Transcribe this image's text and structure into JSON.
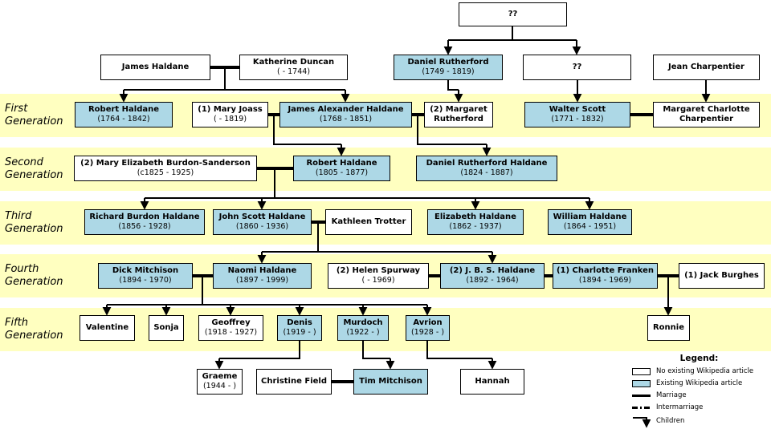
{
  "colors": {
    "band": "#FFFFC0",
    "existing_article_box": "#ADD8E6",
    "no_article_box": "#FFFFFF",
    "line": "#000000"
  },
  "generation_labels": [
    {
      "line1": "First",
      "line2": "Generation"
    },
    {
      "line1": "Second",
      "line2": "Generation"
    },
    {
      "line1": "Third",
      "line2": "Generation"
    },
    {
      "line1": "Fourth",
      "line2": "Generation"
    },
    {
      "line1": "Fifth",
      "line2": "Generation"
    }
  ],
  "people": [
    {
      "id": "unknown_top",
      "name": "??",
      "article": false
    },
    {
      "id": "james_haldane",
      "name": "James Haldane",
      "article": false
    },
    {
      "id": "katherine_duncan",
      "name": "Katherine Duncan",
      "dates": "( - 1744)",
      "article": false
    },
    {
      "id": "daniel_rutherford",
      "name": "Daniel Rutherford",
      "dates": "(1749 - 1819)",
      "article": true
    },
    {
      "id": "unknown_2",
      "name": "??",
      "article": false
    },
    {
      "id": "jean_charpentier",
      "name": "Jean Charpentier",
      "article": false
    },
    {
      "id": "robert_haldane_1764",
      "name": "Robert Haldane",
      "dates": "(1764 - 1842)",
      "article": true
    },
    {
      "id": "mary_joass",
      "name": "(1) Mary Joass",
      "dates": "( - 1819)",
      "article": false
    },
    {
      "id": "james_alexander_haldane",
      "name": "James Alexander Haldane",
      "dates": "(1768 - 1851)",
      "article": true
    },
    {
      "id": "margaret_rutherford",
      "name": "(2) Margaret Rutherford",
      "article": false
    },
    {
      "id": "walter_scott",
      "name": "Walter Scott",
      "dates": "(1771 - 1832)",
      "article": true
    },
    {
      "id": "margaret_charlotte_charpentier",
      "name": "Margaret Charlotte Charpentier",
      "article": false
    },
    {
      "id": "mary_elizabeth_burdon_sanderson",
      "name": "(2) Mary Elizabeth Burdon-Sanderson",
      "dates": "(c1825 - 1925)",
      "article": false
    },
    {
      "id": "robert_haldane_1805",
      "name": "Robert Haldane",
      "dates": "(1805 - 1877)",
      "article": true
    },
    {
      "id": "daniel_rutherford_haldane",
      "name": "Daniel Rutherford Haldane",
      "dates": "(1824 - 1887)",
      "article": true
    },
    {
      "id": "richard_burdon_haldane",
      "name": "Richard Burdon Haldane",
      "dates": "(1856 - 1928)",
      "article": true
    },
    {
      "id": "john_scott_haldane",
      "name": "John Scott Haldane",
      "dates": "(1860 - 1936)",
      "article": true
    },
    {
      "id": "kathleen_trotter",
      "name": "Kathleen Trotter",
      "article": false
    },
    {
      "id": "elizabeth_haldane",
      "name": "Elizabeth Haldane",
      "dates": "(1862 - 1937)",
      "article": true
    },
    {
      "id": "william_haldane",
      "name": "William Haldane",
      "dates": "(1864 - 1951)",
      "article": true
    },
    {
      "id": "dick_mitchison",
      "name": "Dick Mitchison",
      "dates": "(1894 - 1970)",
      "article": true
    },
    {
      "id": "naomi_haldane",
      "name": "Naomi Haldane",
      "dates": "(1897 - 1999)",
      "article": true
    },
    {
      "id": "helen_spurway",
      "name": "(2) Helen Spurway",
      "dates": "( - 1969)",
      "article": false
    },
    {
      "id": "jbs_haldane",
      "name": "(2) J. B. S. Haldane",
      "dates": "(1892 - 1964)",
      "article": true
    },
    {
      "id": "charlotte_franken",
      "name": "(1) Charlotte Franken",
      "dates": "(1894 - 1969)",
      "article": true
    },
    {
      "id": "jack_burghes",
      "name": "(1) Jack Burghes",
      "article": false
    },
    {
      "id": "valentine",
      "name": "Valentine",
      "article": false
    },
    {
      "id": "sonja",
      "name": "Sonja",
      "article": false
    },
    {
      "id": "geoffrey",
      "name": "Geoffrey",
      "dates": "(1918 - 1927)",
      "article": false
    },
    {
      "id": "denis",
      "name": "Denis",
      "dates": "(1919 - )",
      "article": true
    },
    {
      "id": "murdoch",
      "name": "Murdoch",
      "dates": "(1922 - )",
      "article": true
    },
    {
      "id": "avrion",
      "name": "Avrion",
      "dates": "(1928 - )",
      "article": true
    },
    {
      "id": "ronnie",
      "name": "Ronnie",
      "article": false
    },
    {
      "id": "graeme",
      "name": "Graeme",
      "dates": "(1944 - )",
      "article": false
    },
    {
      "id": "christine_field",
      "name": "Christine Field",
      "article": false
    },
    {
      "id": "tim_mitchison",
      "name": "Tim Mitchison",
      "article": true
    },
    {
      "id": "hannah",
      "name": "Hannah",
      "article": false
    }
  ],
  "relationships": {
    "marriages": [
      [
        "james_haldane",
        "katherine_duncan"
      ],
      [
        "mary_joass",
        "james_alexander_haldane"
      ],
      [
        "james_alexander_haldane",
        "margaret_rutherford"
      ],
      [
        "walter_scott",
        "margaret_charlotte_charpentier"
      ],
      [
        "mary_elizabeth_burdon_sanderson",
        "robert_haldane_1805"
      ],
      [
        "john_scott_haldane",
        "kathleen_trotter"
      ],
      [
        "dick_mitchison",
        "naomi_haldane"
      ],
      [
        "helen_spurway",
        "jbs_haldane"
      ],
      [
        "jbs_haldane",
        "charlotte_franken"
      ],
      [
        "charlotte_franken",
        "jack_burghes"
      ],
      [
        "christine_field",
        "tim_mitchison"
      ]
    ],
    "children": [
      {
        "parents": [
          "unknown_top"
        ],
        "children": [
          "daniel_rutherford",
          "unknown_2"
        ]
      },
      {
        "parents": [
          "james_haldane",
          "katherine_duncan"
        ],
        "children": [
          "robert_haldane_1764",
          "james_alexander_haldane"
        ]
      },
      {
        "parents": [
          "daniel_rutherford"
        ],
        "children": [
          "margaret_rutherford"
        ]
      },
      {
        "parents": [
          "unknown_2"
        ],
        "children": [
          "walter_scott"
        ]
      },
      {
        "parents": [
          "jean_charpentier"
        ],
        "children": [
          "margaret_charlotte_charpentier"
        ]
      },
      {
        "parents": [
          "mary_joass",
          "james_alexander_haldane"
        ],
        "children": [
          "robert_haldane_1805"
        ]
      },
      {
        "parents": [
          "james_alexander_haldane",
          "margaret_rutherford"
        ],
        "children": [
          "daniel_rutherford_haldane"
        ]
      },
      {
        "parents": [
          "mary_elizabeth_burdon_sanderson",
          "robert_haldane_1805"
        ],
        "children": [
          "richard_burdon_haldane",
          "john_scott_haldane",
          "elizabeth_haldane",
          "william_haldane"
        ]
      },
      {
        "parents": [
          "john_scott_haldane",
          "kathleen_trotter"
        ],
        "children": [
          "naomi_haldane",
          "jbs_haldane"
        ]
      },
      {
        "parents": [
          "dick_mitchison",
          "naomi_haldane"
        ],
        "children": [
          "valentine",
          "sonja",
          "geoffrey",
          "denis",
          "murdoch",
          "avrion"
        ]
      },
      {
        "parents": [
          "charlotte_franken",
          "jack_burghes"
        ],
        "children": [
          "ronnie"
        ]
      },
      {
        "parents": [
          "denis"
        ],
        "children": [
          "graeme"
        ]
      },
      {
        "parents": [
          "murdoch"
        ],
        "children": [
          "tim_mitchison"
        ]
      },
      {
        "parents": [
          "avrion"
        ],
        "children": [
          "hannah"
        ]
      }
    ]
  },
  "legend": {
    "title": "Legend:",
    "items": [
      {
        "swatch": "white-box",
        "label": "No existing Wikipedia article"
      },
      {
        "swatch": "blue-box",
        "label": "Existing Wikipedia article"
      },
      {
        "swatch": "solid-line",
        "label": "Marriage"
      },
      {
        "swatch": "dashdot-line",
        "label": "Intermarriage"
      },
      {
        "swatch": "down-arrow",
        "label": "Children"
      }
    ]
  }
}
